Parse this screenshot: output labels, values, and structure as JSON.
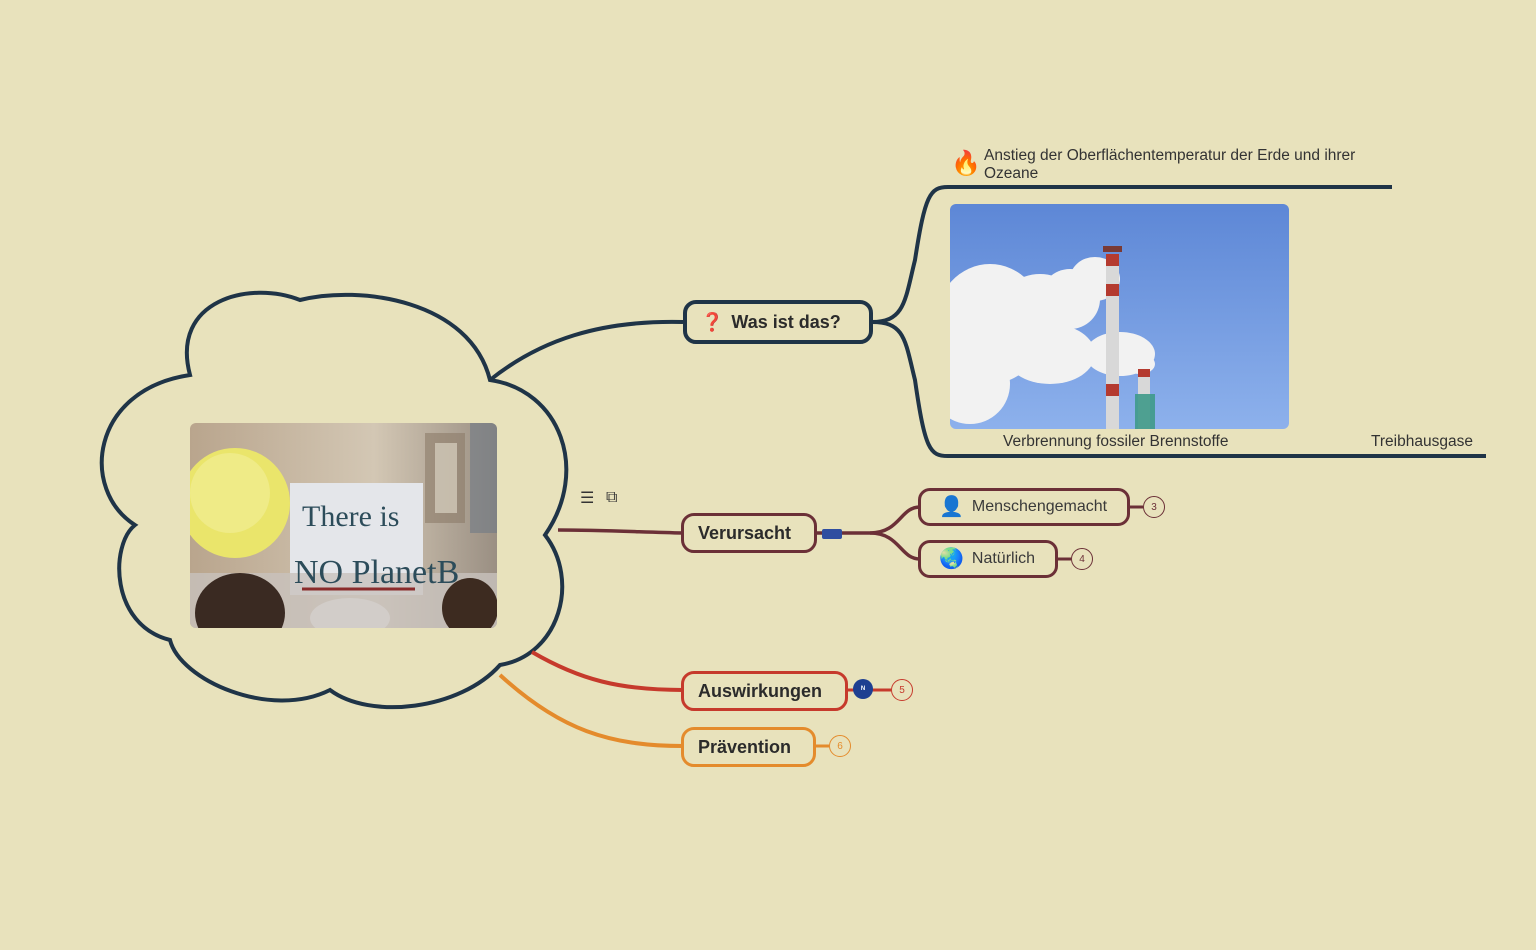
{
  "colors": {
    "background": "#e8e2bc",
    "branch_dark": "#1f3447",
    "branch_maroon": "#6b3037",
    "branch_red": "#c63a2c",
    "branch_orange": "#e48b2c"
  },
  "central": {
    "image_description_icon": "photo-no-planet-b",
    "sign_line1": "There is",
    "sign_line2": "NO PlanetB",
    "toolbar": {
      "menu_icon": "☰",
      "open_icon": "⧉"
    }
  },
  "branches": [
    {
      "id": "was",
      "icon": "❓",
      "label": "Was ist das?",
      "color": "#1f3447",
      "children": [
        {
          "icon": "🔥",
          "text": "Anstieg der Oberflächentemperatur der Erde und ihrer Ozeane"
        },
        {
          "image": "smokestack-photo",
          "caption": "Verbrennung fossiler Brennstoffe"
        },
        {
          "text": "Treibhausgase"
        }
      ]
    },
    {
      "id": "verursacht",
      "label": "Verursacht",
      "color": "#6b3037",
      "attachment_icon": "flag-eu-icon",
      "children": [
        {
          "icon": "👤",
          "label": "Menschengemacht",
          "count": "3"
        },
        {
          "icon": "🌏",
          "label": "Natürlich",
          "count": "4"
        }
      ]
    },
    {
      "id": "auswirkungen",
      "label": "Auswirkungen",
      "color": "#c63a2c",
      "attachment_icon": "nasa-logo-icon",
      "count": "5"
    },
    {
      "id": "praevention",
      "label": "Prävention",
      "color": "#e48b2c",
      "count": "6"
    }
  ]
}
